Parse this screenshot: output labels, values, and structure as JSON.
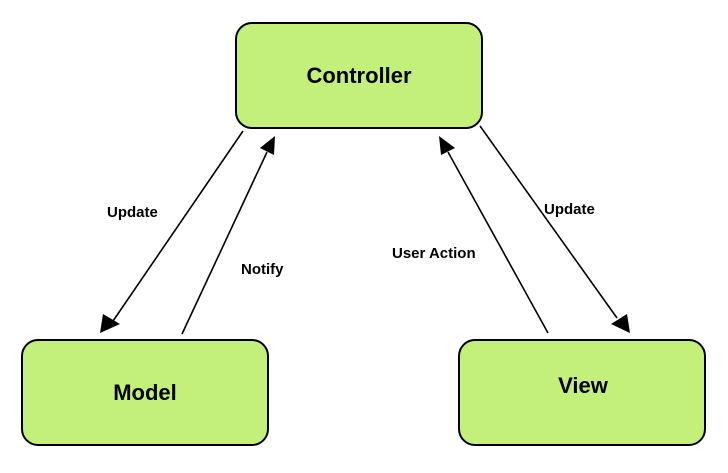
{
  "diagram": {
    "nodes": {
      "controller": {
        "label": "Controller"
      },
      "model": {
        "label": "Model"
      },
      "view": {
        "label": "View"
      }
    },
    "edges": {
      "controller_to_model": {
        "label": "Update"
      },
      "model_to_controller": {
        "label": "Notify"
      },
      "view_to_controller": {
        "label": "User Action"
      },
      "controller_to_view": {
        "label": "Update"
      }
    },
    "colors": {
      "node_fill": "#c3f07a",
      "stroke": "#000000"
    }
  }
}
